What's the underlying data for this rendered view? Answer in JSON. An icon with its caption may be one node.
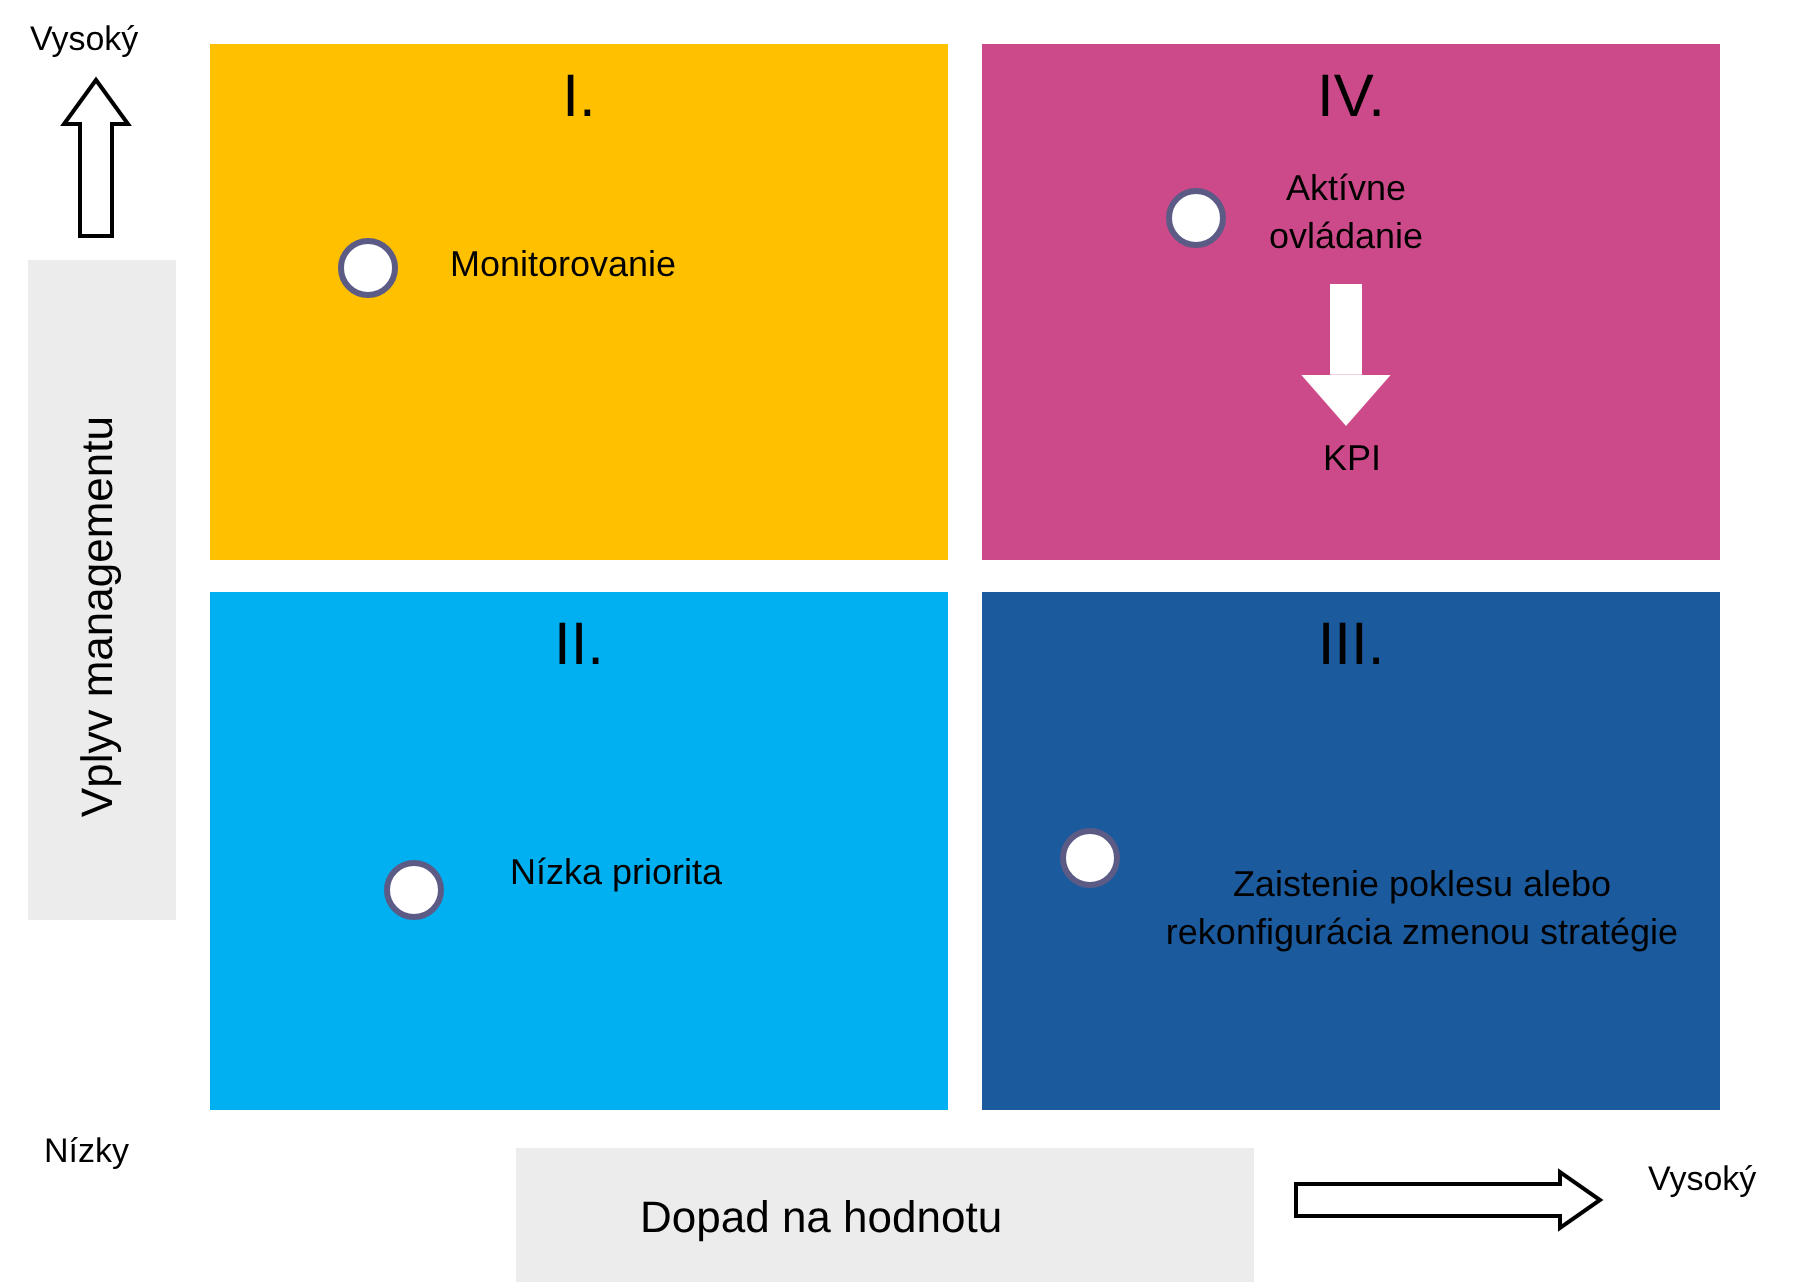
{
  "diagram": {
    "nodes": [
      {
        "text": [
          "I.",
          "Monitorovanie"
        ]
      },
      {
        "text": [
          "IV."
        ]
      },
      {
        "text": [
          "Aktívne ovládanie"
        ],
        "in": 1
      },
      {
        "text": [
          "KPI"
        ],
        "in": 1
      },
      {
        "text": [
          "Vplyv managementu"
        ]
      },
      {
        "text": [
          "II.",
          "Nízka priorita"
        ]
      },
      {
        "text": [
          "III.",
          "Zaistenie poklesu alebo rekonfigurácia zmenou stratégie"
        ]
      },
      {
        "text": [
          "Dopad na hodnotu"
        ]
      }
    ],
    "edges": [
      {
        "from": 2,
        "to": 3,
        "arrow": "to",
        "color": "#ffffff"
      }
    ],
    "labels": [
      "Vysoký",
      "Nízky",
      "Vysoký"
    ]
  }
}
